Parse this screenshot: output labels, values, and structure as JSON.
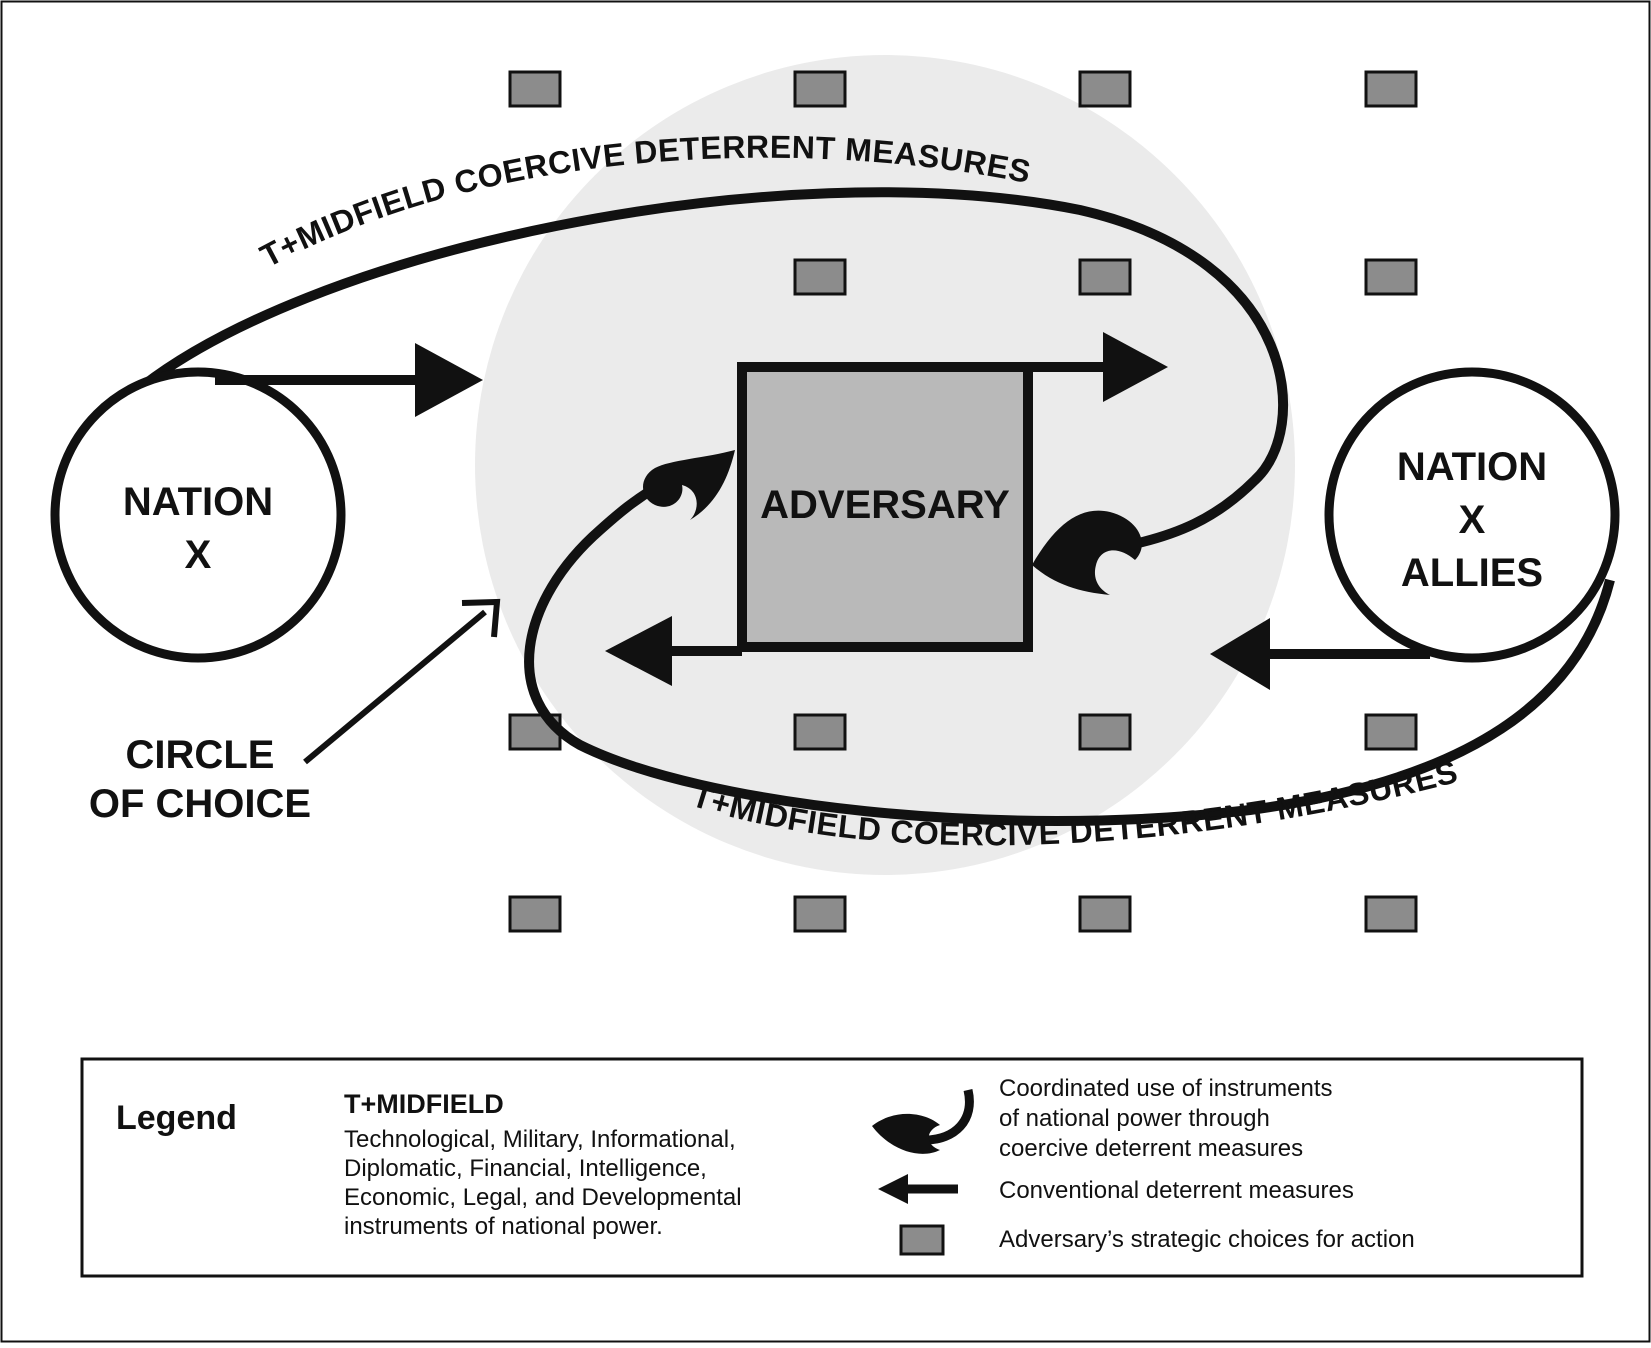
{
  "nation_x": {
    "line1": "NATION",
    "line2": "X"
  },
  "nation_x_allies": {
    "line1": "NATION",
    "line2": "X",
    "line3": "ALLIES"
  },
  "adversary": "ADVERSARY",
  "circle_of_choice": {
    "line1": "CIRCLE",
    "line2": "OF CHOICE"
  },
  "arcs": {
    "top": "T+MIDFIELD COERCIVE DETERRENT MEASURES",
    "bottom": "T+MIDFIELD COERCIVE DETERRENT MEASURES"
  },
  "legend": {
    "title": "Legend",
    "tmidfield_heading": "T+MIDFIELD",
    "tmidfield_lines": [
      "Technological, Military, Informational,",
      "Diplomatic, Financial, Intelligence,",
      "Economic, Legal, and Developmental",
      "instruments of national power."
    ],
    "coordinated_lines": [
      "Coordinated use of instruments",
      "of national power through",
      "coercive deterrent measures"
    ],
    "conventional": "Conventional deterrent measures",
    "choices": "Adversary’s strategic choices for action"
  },
  "colors": {
    "choice_box": "#8c8c8c",
    "adversary_box": "#b9b9b9",
    "circle_of_choice_fill": "#ebebeb",
    "ink": "#111111"
  }
}
